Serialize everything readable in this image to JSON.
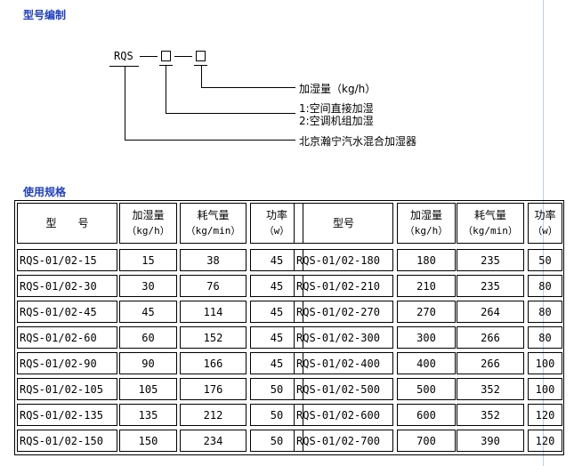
{
  "section_model": {
    "title": "型号编制"
  },
  "section_spec": {
    "title": "使用规格"
  },
  "diagram": {
    "prefix": "RQS",
    "labels": {
      "humidification": "加湿量（kg/h）",
      "option1": "1:空间直接加湿",
      "option2": "2:空调机组加湿",
      "product": "北京瀚宁汽水混合加湿器"
    }
  },
  "table": {
    "headers": [
      {
        "main": "型　　号",
        "sub": ""
      },
      {
        "main": "加湿量",
        "sub": "（kg/h）"
      },
      {
        "main": "耗气量",
        "sub": "（kg/min）"
      },
      {
        "main": "功率",
        "sub": "（w）"
      },
      {
        "main": "型号",
        "sub": ""
      },
      {
        "main": "加湿量",
        "sub": "（kg/h）"
      },
      {
        "main": "耗气量",
        "sub": "（kg/min）"
      },
      {
        "main": "功率",
        "sub": "（w）"
      }
    ],
    "rows": [
      [
        "RQS-01/02-15",
        "15",
        "38",
        "45",
        "RQS-01/02-180",
        "180",
        "235",
        "50"
      ],
      [
        "RQS-01/02-30",
        "30",
        "76",
        "45",
        "RQS-01/02-210",
        "210",
        "235",
        "80"
      ],
      [
        "RQS-01/02-45",
        "45",
        "114",
        "45",
        "RQS-01/02-270",
        "270",
        "264",
        "80"
      ],
      [
        "RQS-01/02-60",
        "60",
        "152",
        "45",
        "RQS-01/02-300",
        "300",
        "266",
        "80"
      ],
      [
        "RQS-01/02-90",
        "90",
        "166",
        "45",
        "RQS-01/02-400",
        "400",
        "266",
        "100"
      ],
      [
        "RQS-01/02-105",
        "105",
        "176",
        "50",
        "RQS-01/02-500",
        "500",
        "352",
        "100"
      ],
      [
        "RQS-01/02-135",
        "135",
        "212",
        "50",
        "RQS-01/02-600",
        "600",
        "352",
        "120"
      ],
      [
        "RQS-01/02-150",
        "150",
        "234",
        "50",
        "RQS-01/02-700",
        "700",
        "390",
        "120"
      ]
    ]
  }
}
